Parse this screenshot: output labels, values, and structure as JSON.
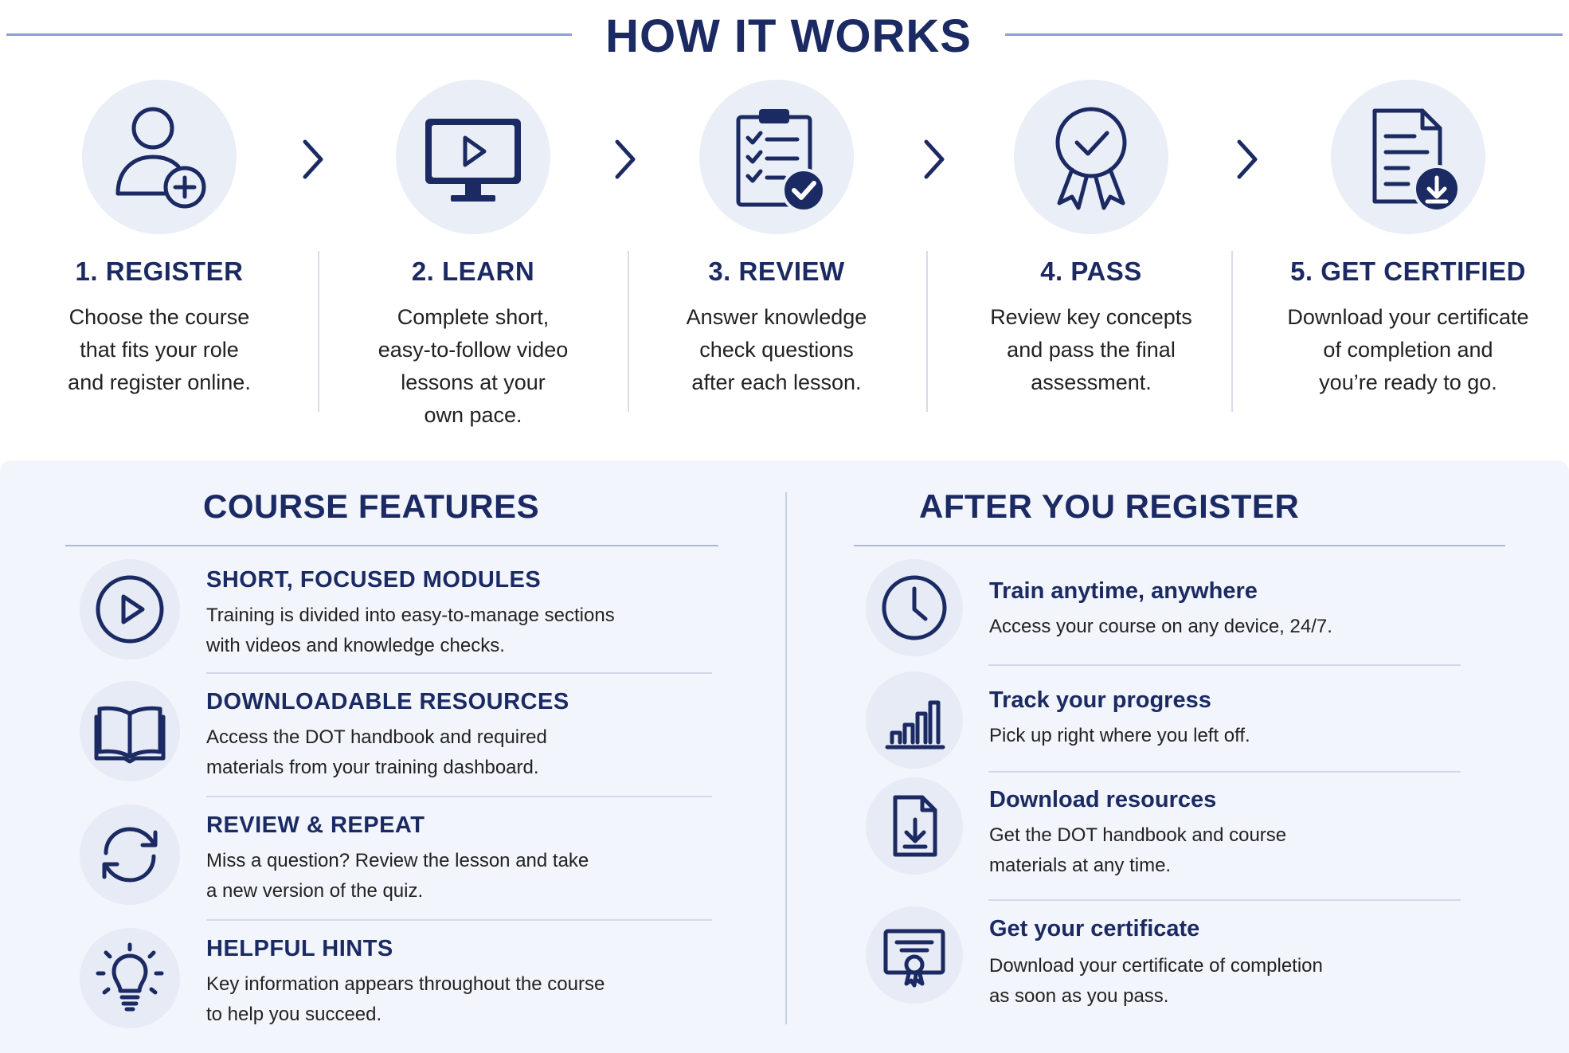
{
  "header": {
    "title": "HOW IT WORKS"
  },
  "steps": [
    {
      "icon": "user-add-icon",
      "title": "1. REGISTER",
      "desc": [
        "Choose the course",
        "that fits your role",
        "and register online."
      ]
    },
    {
      "icon": "video-monitor-icon",
      "title": "2. LEARN",
      "desc": [
        "Complete short,",
        "easy-to-follow video",
        "lessons at your",
        "own pace."
      ]
    },
    {
      "icon": "checklist-clipboard-icon",
      "title": "3. REVIEW",
      "desc": [
        "Answer knowledge",
        "check questions",
        "after each lesson."
      ]
    },
    {
      "icon": "award-ribbon-icon",
      "title": "4. PASS",
      "desc": [
        "Review key concepts",
        "and pass the final",
        "assessment."
      ]
    },
    {
      "icon": "certificate-download-icon",
      "title": "5. GET CERTIFIED",
      "desc": [
        "Download your certificate",
        "of completion and",
        "you’re ready to go."
      ]
    }
  ],
  "features": {
    "title": "COURSE FEATURES",
    "items": [
      {
        "icon": "play-circle-icon",
        "title": "SHORT, FOCUSED MODULES",
        "desc": [
          "Training is divided into easy-to-manage sections",
          "with videos and knowledge checks."
        ]
      },
      {
        "icon": "open-book-icon",
        "title": "DOWNLOADABLE RESOURCES",
        "desc": [
          "Access the DOT handbook and required",
          "materials from your training dashboard."
        ]
      },
      {
        "icon": "refresh-icon",
        "title": "REVIEW & REPEAT",
        "desc": [
          "Miss a question? Review the lesson and take",
          "a new version of the quiz."
        ]
      },
      {
        "icon": "lightbulb-icon",
        "title": "HELPFUL HINTS",
        "desc": [
          "Key information appears throughout the course",
          "to help you succeed."
        ]
      }
    ]
  },
  "after": {
    "title": "AFTER YOU REGISTER",
    "items": [
      {
        "icon": "clock-icon",
        "title": "Train anytime, anywhere",
        "desc": [
          "Access your course on any device, 24/7."
        ]
      },
      {
        "icon": "bar-chart-icon",
        "title": "Track your progress",
        "desc": [
          "Pick up right where you left off."
        ]
      },
      {
        "icon": "document-download-icon",
        "title": "Download resources",
        "desc": [
          "Get the DOT handbook and course",
          "materials at any time."
        ]
      },
      {
        "icon": "certificate-icon",
        "title": "Get your certificate",
        "desc": [
          "Download your certificate of completion",
          "as soon as you pass."
        ]
      }
    ]
  },
  "colors": {
    "navy": "#1b2a63",
    "circle": "#e9eef7",
    "panel": "#f2f5fb",
    "rule": "#8aa0d0"
  }
}
